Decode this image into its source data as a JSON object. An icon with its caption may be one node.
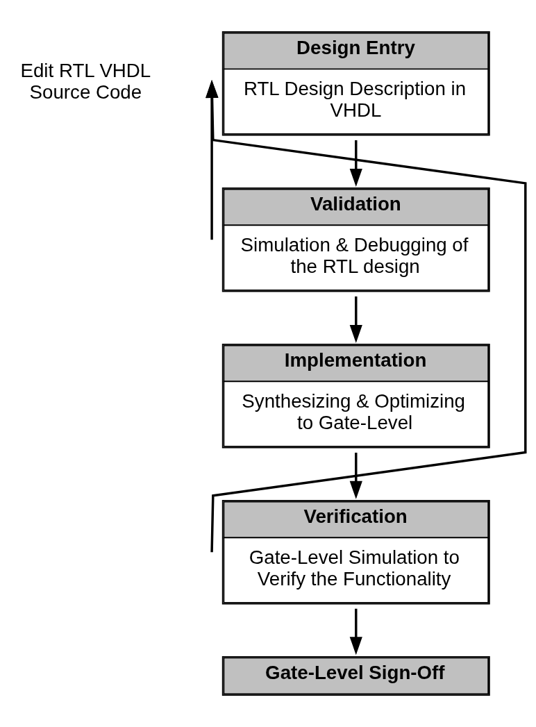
{
  "diagram": {
    "nodes": [
      {
        "text": [
          "Design Entry",
          "RTL Design Description in VHDL"
        ]
      },
      {
        "text": [
          "Validation",
          "Simulation & Debugging of the RTL design"
        ]
      },
      {
        "text": [
          "Implementation",
          "Synthesizing & Optimizing to Gate-Level"
        ]
      },
      {
        "text": [
          "Verification",
          "Gate-Level Simulation to Verify the Functionality"
        ]
      },
      {
        "text": [
          "Gate-Level Sign-Off"
        ]
      }
    ],
    "edges": [
      {
        "from": 0,
        "to": 1,
        "arrow": "to"
      },
      {
        "from": 1,
        "to": 2,
        "arrow": "to"
      },
      {
        "from": 2,
        "to": 3,
        "arrow": "to"
      },
      {
        "from": 3,
        "to": 4,
        "arrow": "to"
      },
      {
        "from": 1,
        "to": 0,
        "arrow": "to"
      },
      {
        "from": 3,
        "to": 0,
        "arrow": "to"
      }
    ],
    "labels": [
      "Edit RTL VHDL Source Code"
    ]
  }
}
